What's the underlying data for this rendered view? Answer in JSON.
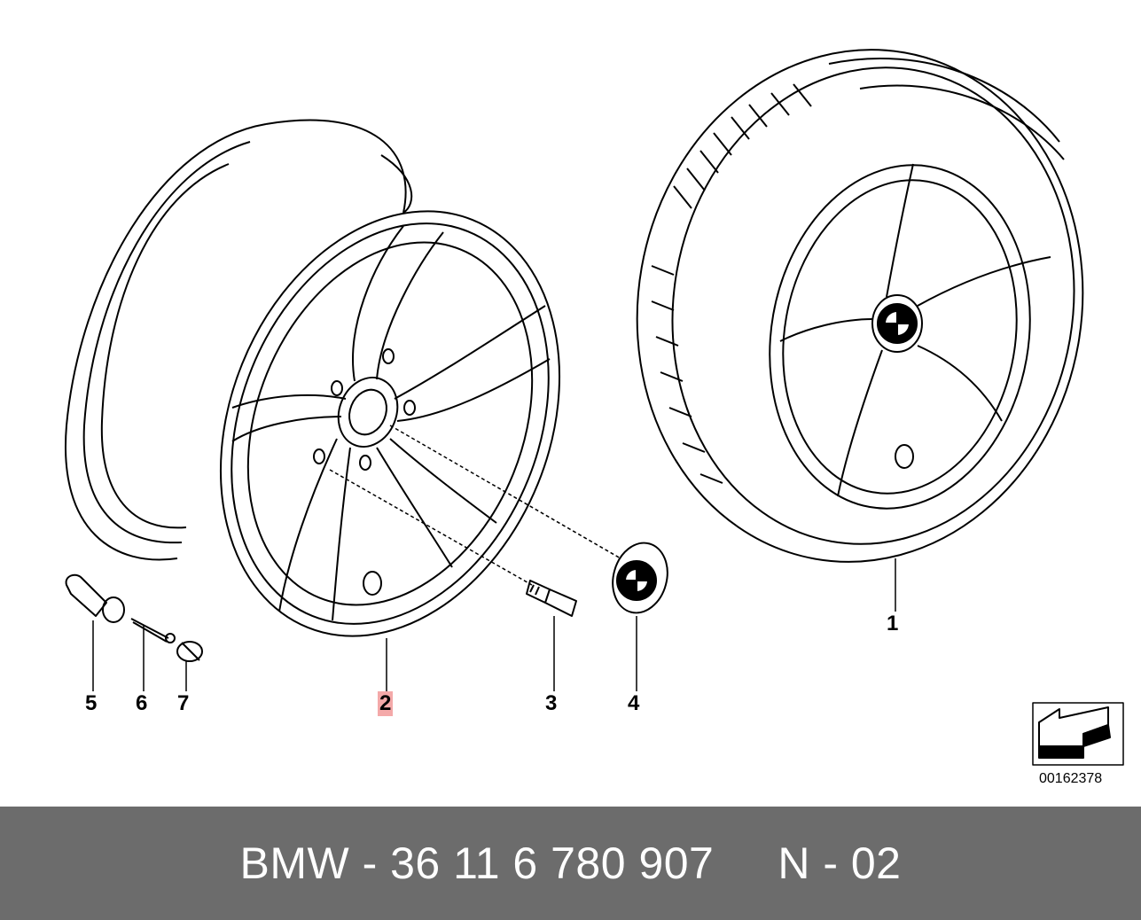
{
  "callouts": {
    "c1": "1",
    "c2": "2",
    "c3": "3",
    "c4": "4",
    "c5": "5",
    "c6": "6",
    "c7": "7"
  },
  "highlight_color": "#f4a9a9",
  "reference_code": "00162378",
  "footer": {
    "text": "BMW - 36 11 6 780 907     N - 02",
    "background": "#6c6c6c"
  }
}
